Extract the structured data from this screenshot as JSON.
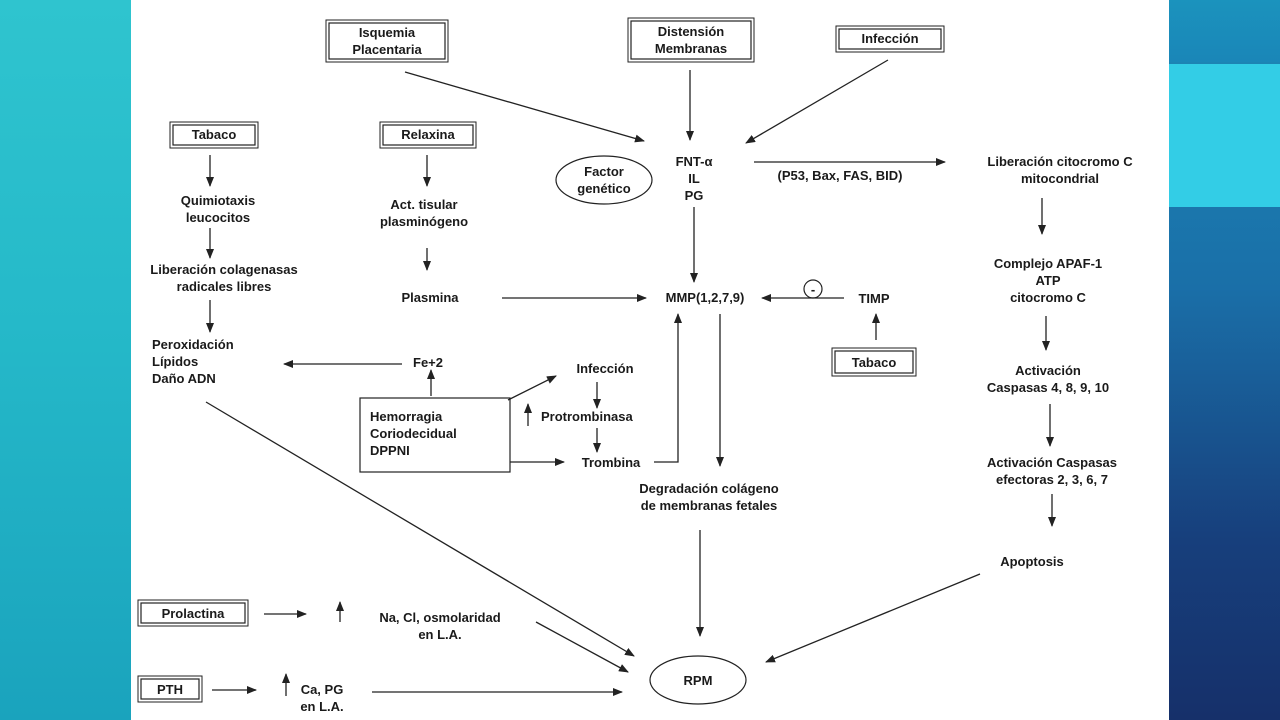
{
  "nodes": {
    "isquemia": [
      "Isquemia",
      "Placentaria"
    ],
    "distension": [
      "Distensión",
      "Membranas"
    ],
    "infeccion_top": [
      "Infección"
    ],
    "tabaco_left": [
      "Tabaco"
    ],
    "relaxina": [
      "Relaxina"
    ],
    "factor_genetico": [
      "Factor",
      "genético"
    ],
    "fnt": [
      "FNT-α",
      "IL",
      "PG"
    ],
    "p53": [
      "(P53, Bax, FAS, BID)"
    ],
    "citocromo": [
      "Liberación citocromo C",
      "mitocondrial"
    ],
    "quimiotaxis": [
      "Quimiotaxis",
      "leucocitos"
    ],
    "act_tisular": [
      "Act. tisular",
      "plasminógeno"
    ],
    "colagenasas": [
      "Liberación colagenasas",
      "radicales libres"
    ],
    "plasmina": [
      "Plasmina"
    ],
    "mmp": [
      "MMP(1,2,7,9)"
    ],
    "inhibit": [
      "-"
    ],
    "timp": [
      "TIMP"
    ],
    "apaf": [
      "Complejo APAF-1",
      "ATP",
      "citocromo C"
    ],
    "peroxidacion": [
      "Peroxidación",
      "Lípidos",
      "Daño ADN"
    ],
    "fe2": [
      "Fe+2"
    ],
    "infeccion_mid": [
      "Infección"
    ],
    "tabaco_right": [
      "Tabaco"
    ],
    "activacion1": [
      "Activación",
      "Caspasas 4, 8, 9, 10"
    ],
    "hemorragia": [
      "Hemorragia",
      "Coriodecidual",
      "DPPNI"
    ],
    "protrombinasa": [
      "Protrombinasa"
    ],
    "trombina": [
      "Trombina"
    ],
    "activacion2": [
      "Activación Caspasas",
      "efectoras 2, 3, 6, 7"
    ],
    "degradacion": [
      "Degradación colágeno",
      "de membranas fetales"
    ],
    "apoptosis": [
      "Apoptosis"
    ],
    "prolactina": [
      "Prolactina"
    ],
    "na_cl": [
      "Na, Cl, osmolaridad",
      "en L.A."
    ],
    "rpm": [
      "RPM"
    ],
    "pth": [
      "PTH"
    ],
    "ca_pg": [
      "Ca, PG",
      "en L.A."
    ]
  }
}
